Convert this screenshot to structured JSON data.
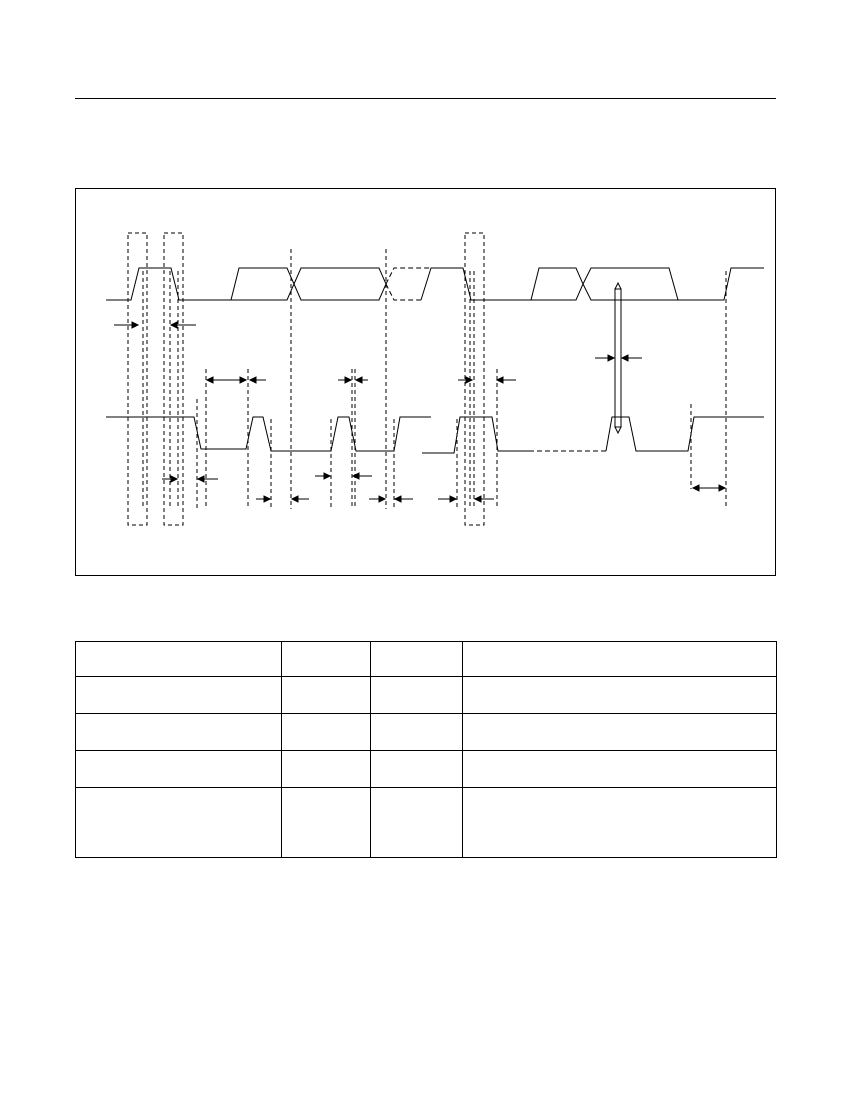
{
  "page": {
    "header_rule": "page-header-rule"
  },
  "diagram": {
    "kind": "timing-diagram",
    "signals": [
      "upper-waveform",
      "lower-waveform"
    ],
    "title": "",
    "caption": ""
  },
  "table": {
    "columns": [
      "",
      "",
      "",
      ""
    ],
    "rows": [
      [
        "",
        "",
        "",
        ""
      ],
      [
        "",
        "",
        "",
        ""
      ],
      [
        "",
        "",
        "",
        ""
      ],
      [
        "",
        "",
        "",
        ""
      ]
    ]
  }
}
